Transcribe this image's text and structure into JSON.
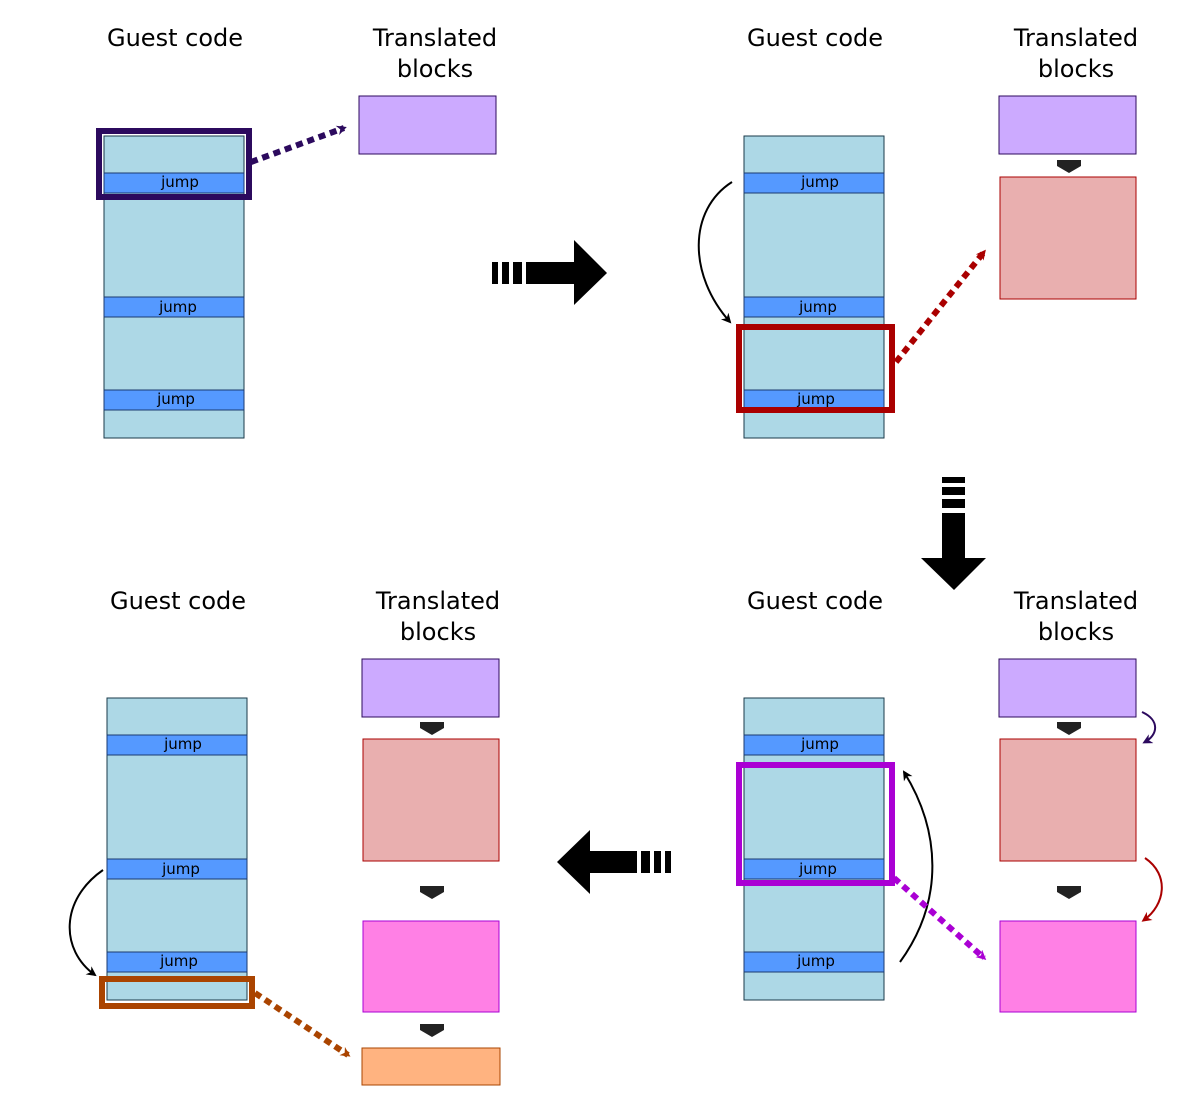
{
  "labels": {
    "guest_code": "Guest code",
    "translated_line1": "Translated",
    "translated_line2": "blocks",
    "jump": "jump"
  },
  "colors": {
    "guest_block": "#add8e6",
    "jump_bar": "#5599ff",
    "block1_fill": "#ccaaff",
    "block1_stroke": "#2c0a5e",
    "block2_fill": "#e9afaf",
    "block2_stroke": "#aa0000",
    "block3_fill": "#ff80e5",
    "block3_stroke": "#aa00d4",
    "block4_fill": "#ffb380",
    "block4_stroke": "#aa4400"
  },
  "panels": [
    {
      "name": "step-1",
      "highlight": "navy",
      "translated_blocks": 1
    },
    {
      "name": "step-2",
      "highlight": "dark-red",
      "translated_blocks": 2
    },
    {
      "name": "step-3",
      "highlight": "purple",
      "translated_blocks": 3
    },
    {
      "name": "step-4",
      "highlight": "orange",
      "translated_blocks": 4
    }
  ]
}
